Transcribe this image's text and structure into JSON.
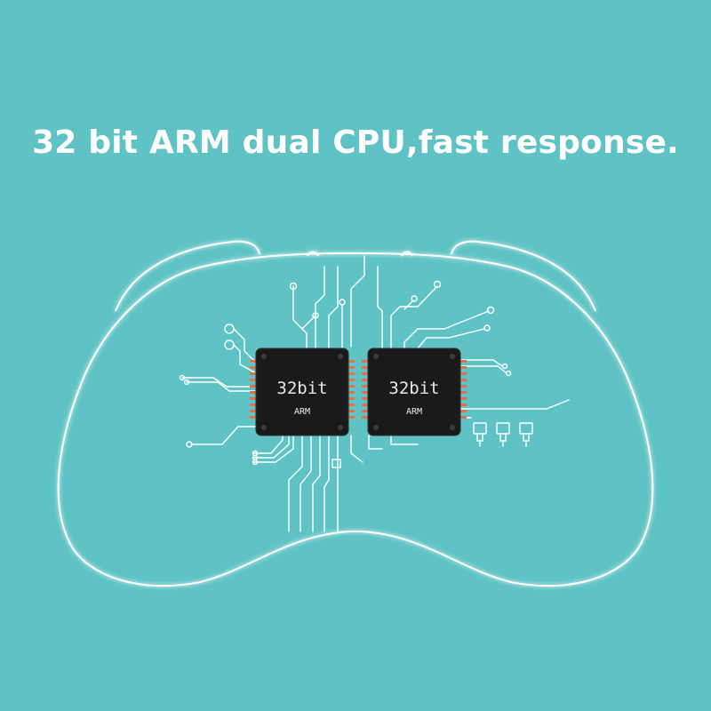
{
  "headline": "32 bit ARM dual CPU,fast response.",
  "chips": [
    {
      "main_label": "32bit",
      "sub_label": "ARM"
    },
    {
      "main_label": "32bit",
      "sub_label": "ARM"
    }
  ],
  "colors": {
    "background": "#5fc3c5",
    "outline": "#ffffff",
    "chip_body": "#1a1a1a",
    "chip_pins": "#e0714a"
  }
}
